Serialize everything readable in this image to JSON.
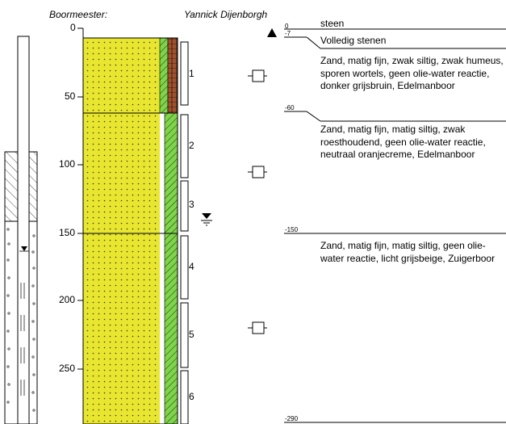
{
  "header": {
    "drill_master_label": "Boormeester:",
    "drill_master_name": "Yannick Dijenborgh"
  },
  "depth_axis": {
    "ticks": [
      "0",
      "50",
      "100",
      "150",
      "200",
      "250"
    ]
  },
  "samples": [
    "1",
    "2",
    "3",
    "4",
    "5",
    "6"
  ],
  "layers": [
    {
      "top_label": "0",
      "description": "steen"
    },
    {
      "top_label": "-7",
      "description": "Volledig  stenen"
    },
    {
      "top_label": "",
      "description": "Zand, matig fijn, zwak siltig, zwak humeus, sporen wortels, geen olie-water reactie, donker grijsbruin, Edelmanboor"
    },
    {
      "top_label": "-60",
      "description": "Zand, matig fijn, matig siltig, zwak roesthoudend, geen olie-water reactie, neutraal oranjecreme, Edelmanboor"
    },
    {
      "top_label": "-150",
      "description": "Zand, matig fijn, matig siltig, geen olie-water reactie, licht grijsbeige, Zuigerboor"
    }
  ],
  "bottom_label": "-290",
  "colors": {
    "sand": "#e8e62e",
    "green": "#7ed44a",
    "brown": "#a0522d"
  }
}
